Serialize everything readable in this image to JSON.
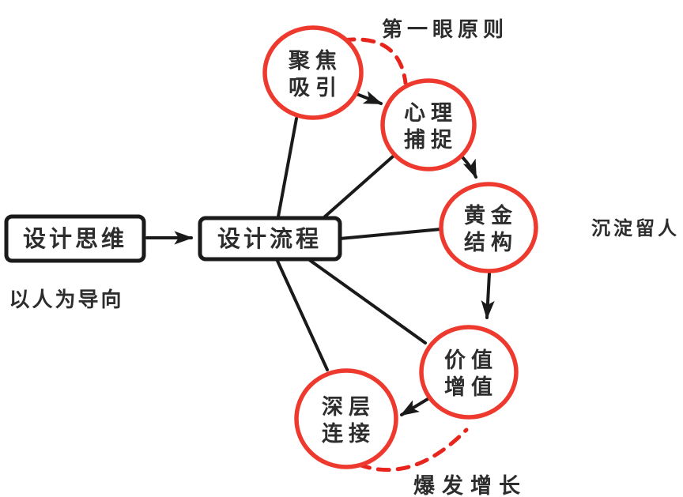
{
  "diagram": {
    "boxes": {
      "design_thinking": {
        "label": "设计思维"
      },
      "design_process": {
        "label": "设计流程"
      }
    },
    "nodes": {
      "focus_attract": {
        "line1": "聚焦",
        "line2": "吸引"
      },
      "psych_capture": {
        "line1": "心理",
        "line2": "捕捉"
      },
      "golden_structure": {
        "line1": "黄金",
        "line2": "结构"
      },
      "value_growth": {
        "line1": "价值",
        "line2": "增值"
      },
      "deep_connect": {
        "line1": "深层",
        "line2": "连接"
      }
    },
    "annotations": {
      "first_eye_principle": "第一眼原则",
      "retain_users": "沉淀留人",
      "people_oriented": "以人为导向",
      "explosive_growth": "爆发增长"
    },
    "colors": {
      "node_stroke": "#ee3a2e",
      "dashed_stroke": "#e8251c",
      "line": "#1a1a1a",
      "text": "#2d2d2d",
      "background": "#ffffff"
    }
  }
}
